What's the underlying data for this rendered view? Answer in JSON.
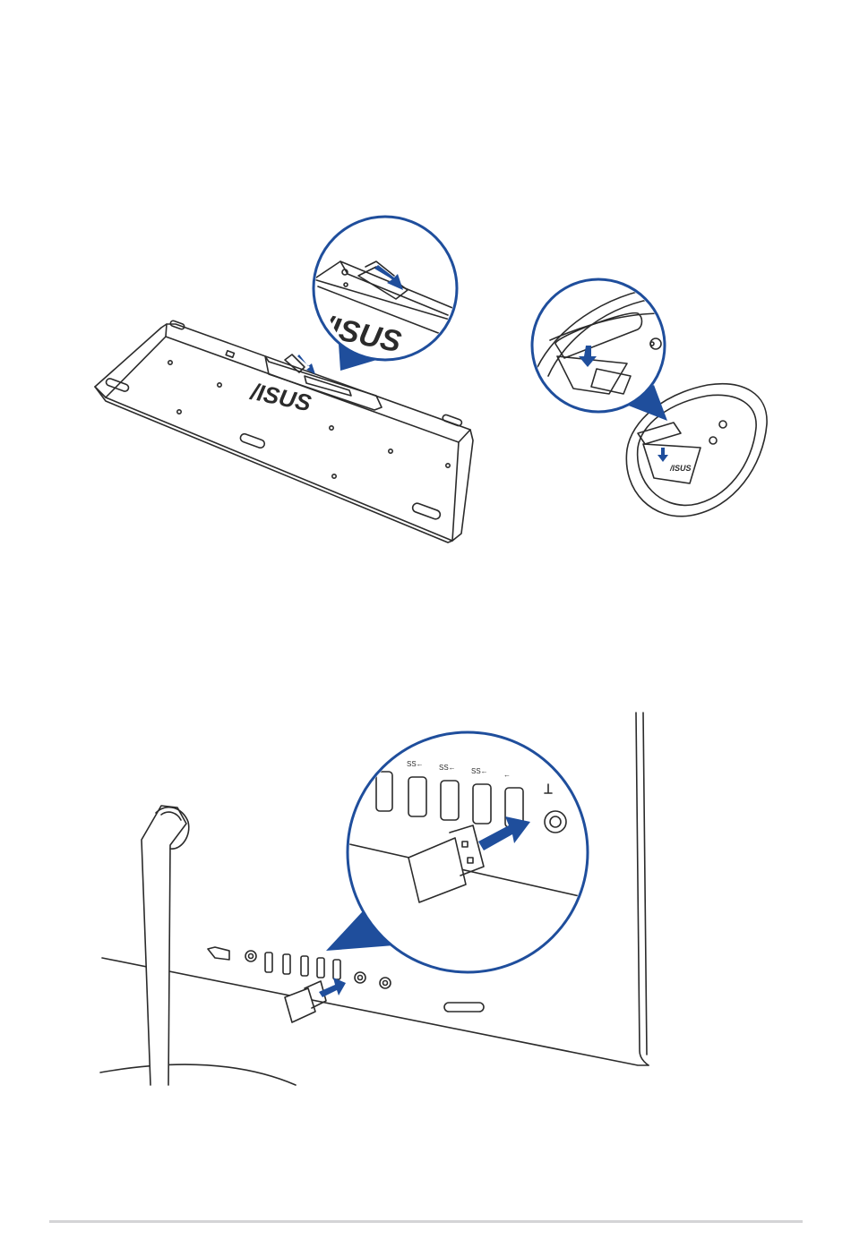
{
  "figures": {
    "keyboard_mouse": {
      "keyboard_logo": "/ISUS",
      "zoom_logo": "/ISUS",
      "mouse_logo": "/ISUS"
    },
    "usb_receiver": {
      "port_labels": [
        "SS←",
        "SS←",
        "SS←",
        "←"
      ]
    }
  },
  "colors": {
    "arrow": "#1f4e9c",
    "line": "#2b2b2b",
    "rule": "#d4d4d6"
  }
}
